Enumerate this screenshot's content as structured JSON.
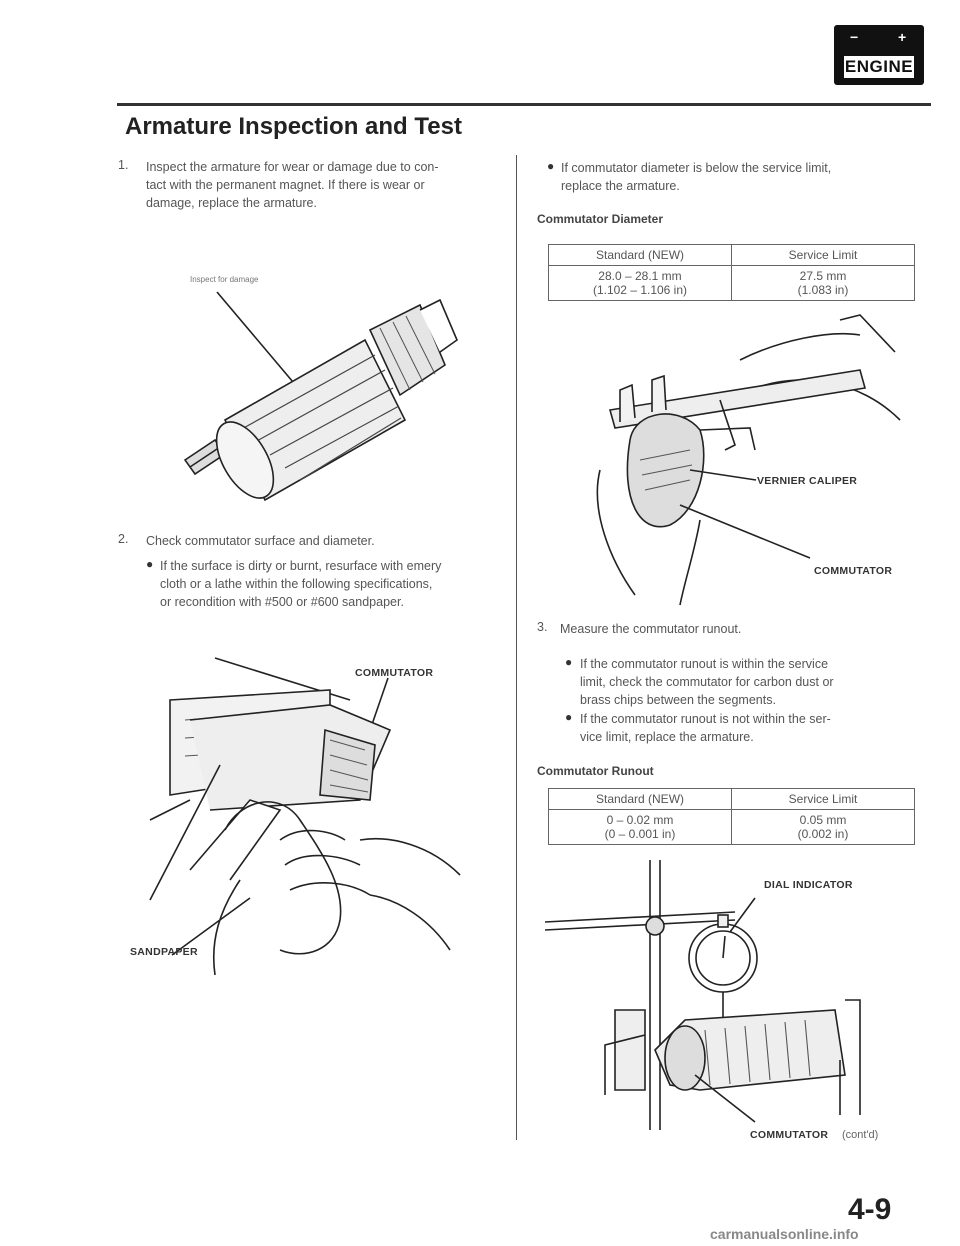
{
  "badge": {
    "minus": "−",
    "plus": "+",
    "label": "ENGINE"
  },
  "title": "Armature Inspection and Test",
  "left": {
    "step1": {
      "num": "1.",
      "lines": [
        "Inspect the armature for wear or damage due to con-",
        "tact with the permanent magnet. If there is wear or",
        "damage, replace the armature."
      ]
    },
    "fig1_label": "Inspect for damage",
    "step2": {
      "num": "2.",
      "text": "Check commutator surface and diameter."
    },
    "bullet2": {
      "lines": [
        "If the surface is dirty or burnt, resurface with emery",
        "cloth or a lathe within the following specifications,",
        "or recondition with #500 or #600 sandpaper."
      ]
    },
    "fig2": {
      "commutator": "COMMUTATOR",
      "sandpaper": "SANDPAPER"
    }
  },
  "right": {
    "bullet1": {
      "lines": [
        "If commutator diameter is below the service limit,",
        "replace the armature."
      ]
    },
    "table1": {
      "title": "Commutator Diameter",
      "headers": [
        "Standard (NEW)",
        "Service Limit"
      ],
      "std": [
        "28.0 – 28.1 mm",
        "(1.102 – 1.106 in)"
      ],
      "limit": [
        "27.5 mm",
        "(1.083 in)"
      ]
    },
    "fig3": {
      "caliper": "VERNIER CALIPER",
      "commutator": "COMMUTATOR"
    },
    "step3": {
      "num": "3.",
      "text": "Measure the commutator runout."
    },
    "bullet3a": {
      "lines": [
        "If the commutator runout is within the service",
        "limit, check the commutator for carbon dust or",
        "brass chips between the segments."
      ]
    },
    "bullet3b": {
      "lines": [
        "If the commutator runout is not within the ser-",
        "vice limit, replace the armature."
      ]
    },
    "table2": {
      "title": "Commutator Runout",
      "headers": [
        "Standard (NEW)",
        "Service Limit"
      ],
      "std": [
        "0 – 0.02 mm",
        "(0 – 0.001 in)"
      ],
      "limit": [
        "0.05 mm",
        "(0.002 in)"
      ]
    },
    "fig4": {
      "dial": "DIAL INDICATOR",
      "commutator": "COMMUTATOR"
    },
    "contd": "(cont'd)"
  },
  "page_number": "4-9",
  "watermark": "carmanualsonline.info"
}
